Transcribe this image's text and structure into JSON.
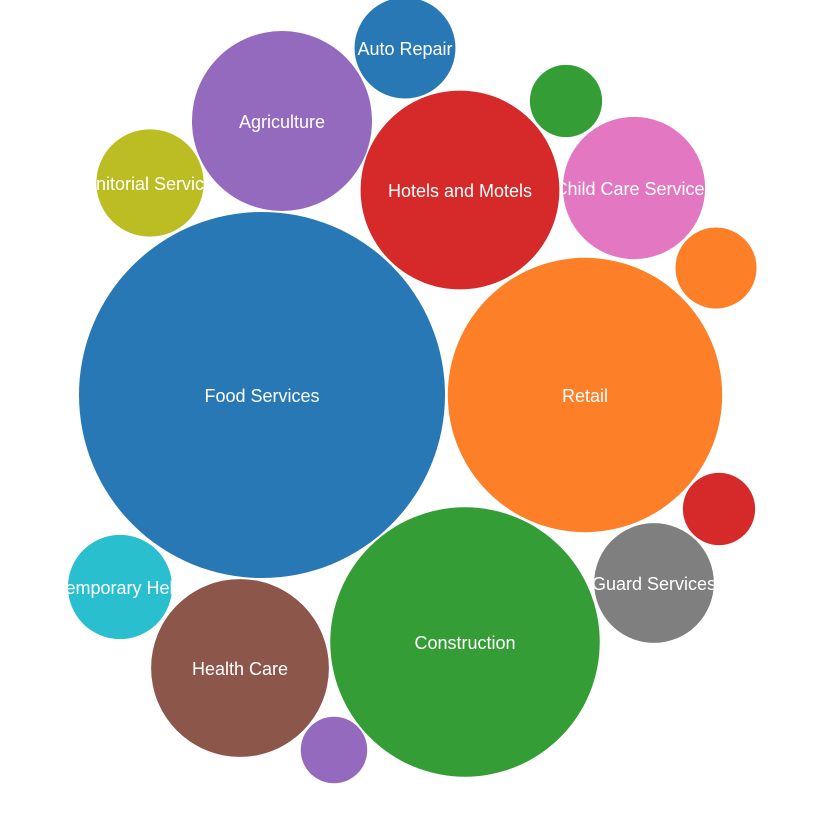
{
  "chart_data": {
    "type": "bubble",
    "title": "",
    "series": [
      {
        "label": "Food Services",
        "value": 100,
        "color": "#2878b5"
      },
      {
        "label": "Retail",
        "value": 56.2,
        "color": "#fd7f28"
      },
      {
        "label": "Construction",
        "value": 54.2,
        "color": "#349d35"
      },
      {
        "label": "Hotels and Motels",
        "value": 29.5,
        "color": "#d62a2a"
      },
      {
        "label": "Agriculture",
        "value": 24.2,
        "color": "#946abe"
      },
      {
        "label": "Health Care",
        "value": 23.6,
        "color": "#8c564b"
      },
      {
        "label": "Child Care Services",
        "value": 15.1,
        "color": "#e377c2"
      },
      {
        "label": "Guard Services",
        "value": 10.7,
        "color": "#7f7f7f"
      },
      {
        "label": "Janitorial Services",
        "value": 8.6,
        "color": "#bcbd22"
      },
      {
        "label": "Temporary Help",
        "value": 8.1,
        "color": "#2abfcf"
      },
      {
        "label": "Auto Repair",
        "value": 7.6,
        "color": "#2878b5"
      },
      {
        "label": "",
        "value": 3.9,
        "color": "#349d35"
      },
      {
        "label": "",
        "value": 4.9,
        "color": "#fd7f28"
      },
      {
        "label": "",
        "value": 3.9,
        "color": "#d62a2a"
      },
      {
        "label": "",
        "value": 3.3,
        "color": "#946abe"
      }
    ]
  }
}
